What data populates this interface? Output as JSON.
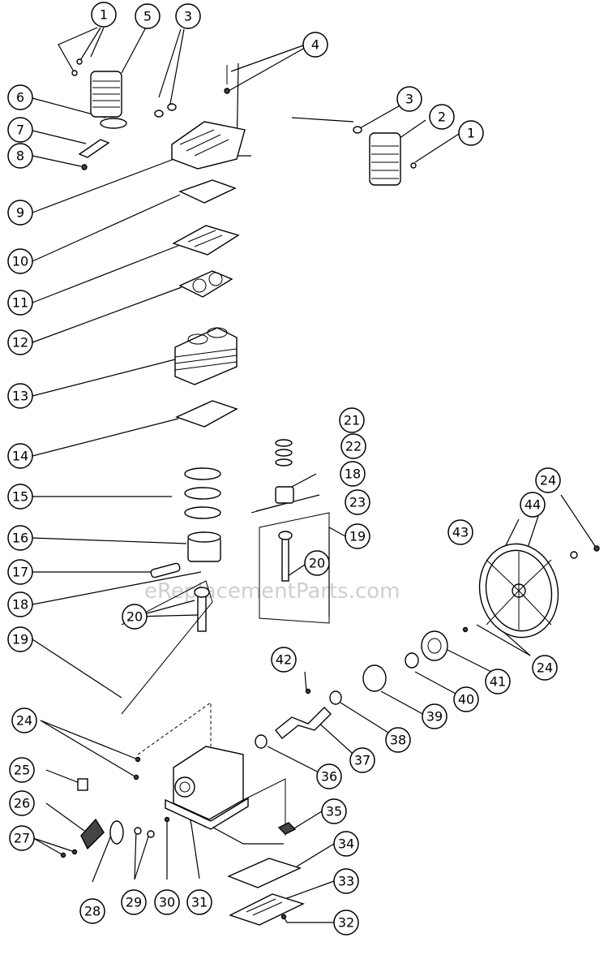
{
  "watermark": "eReplacementParts.com",
  "callouts": [
    "1",
    "5",
    "3",
    "4",
    "6",
    "7",
    "8",
    "3",
    "2",
    "1",
    "9",
    "10",
    "11",
    "12",
    "13",
    "14",
    "21",
    "22",
    "18",
    "15",
    "23",
    "19",
    "16",
    "20",
    "17",
    "18",
    "24",
    "44",
    "43",
    "19",
    "20",
    "42",
    "24",
    "41",
    "40",
    "39",
    "38",
    "37",
    "36",
    "24",
    "25",
    "26",
    "27",
    "35",
    "34",
    "33",
    "28",
    "29",
    "30",
    "31",
    "32"
  ]
}
